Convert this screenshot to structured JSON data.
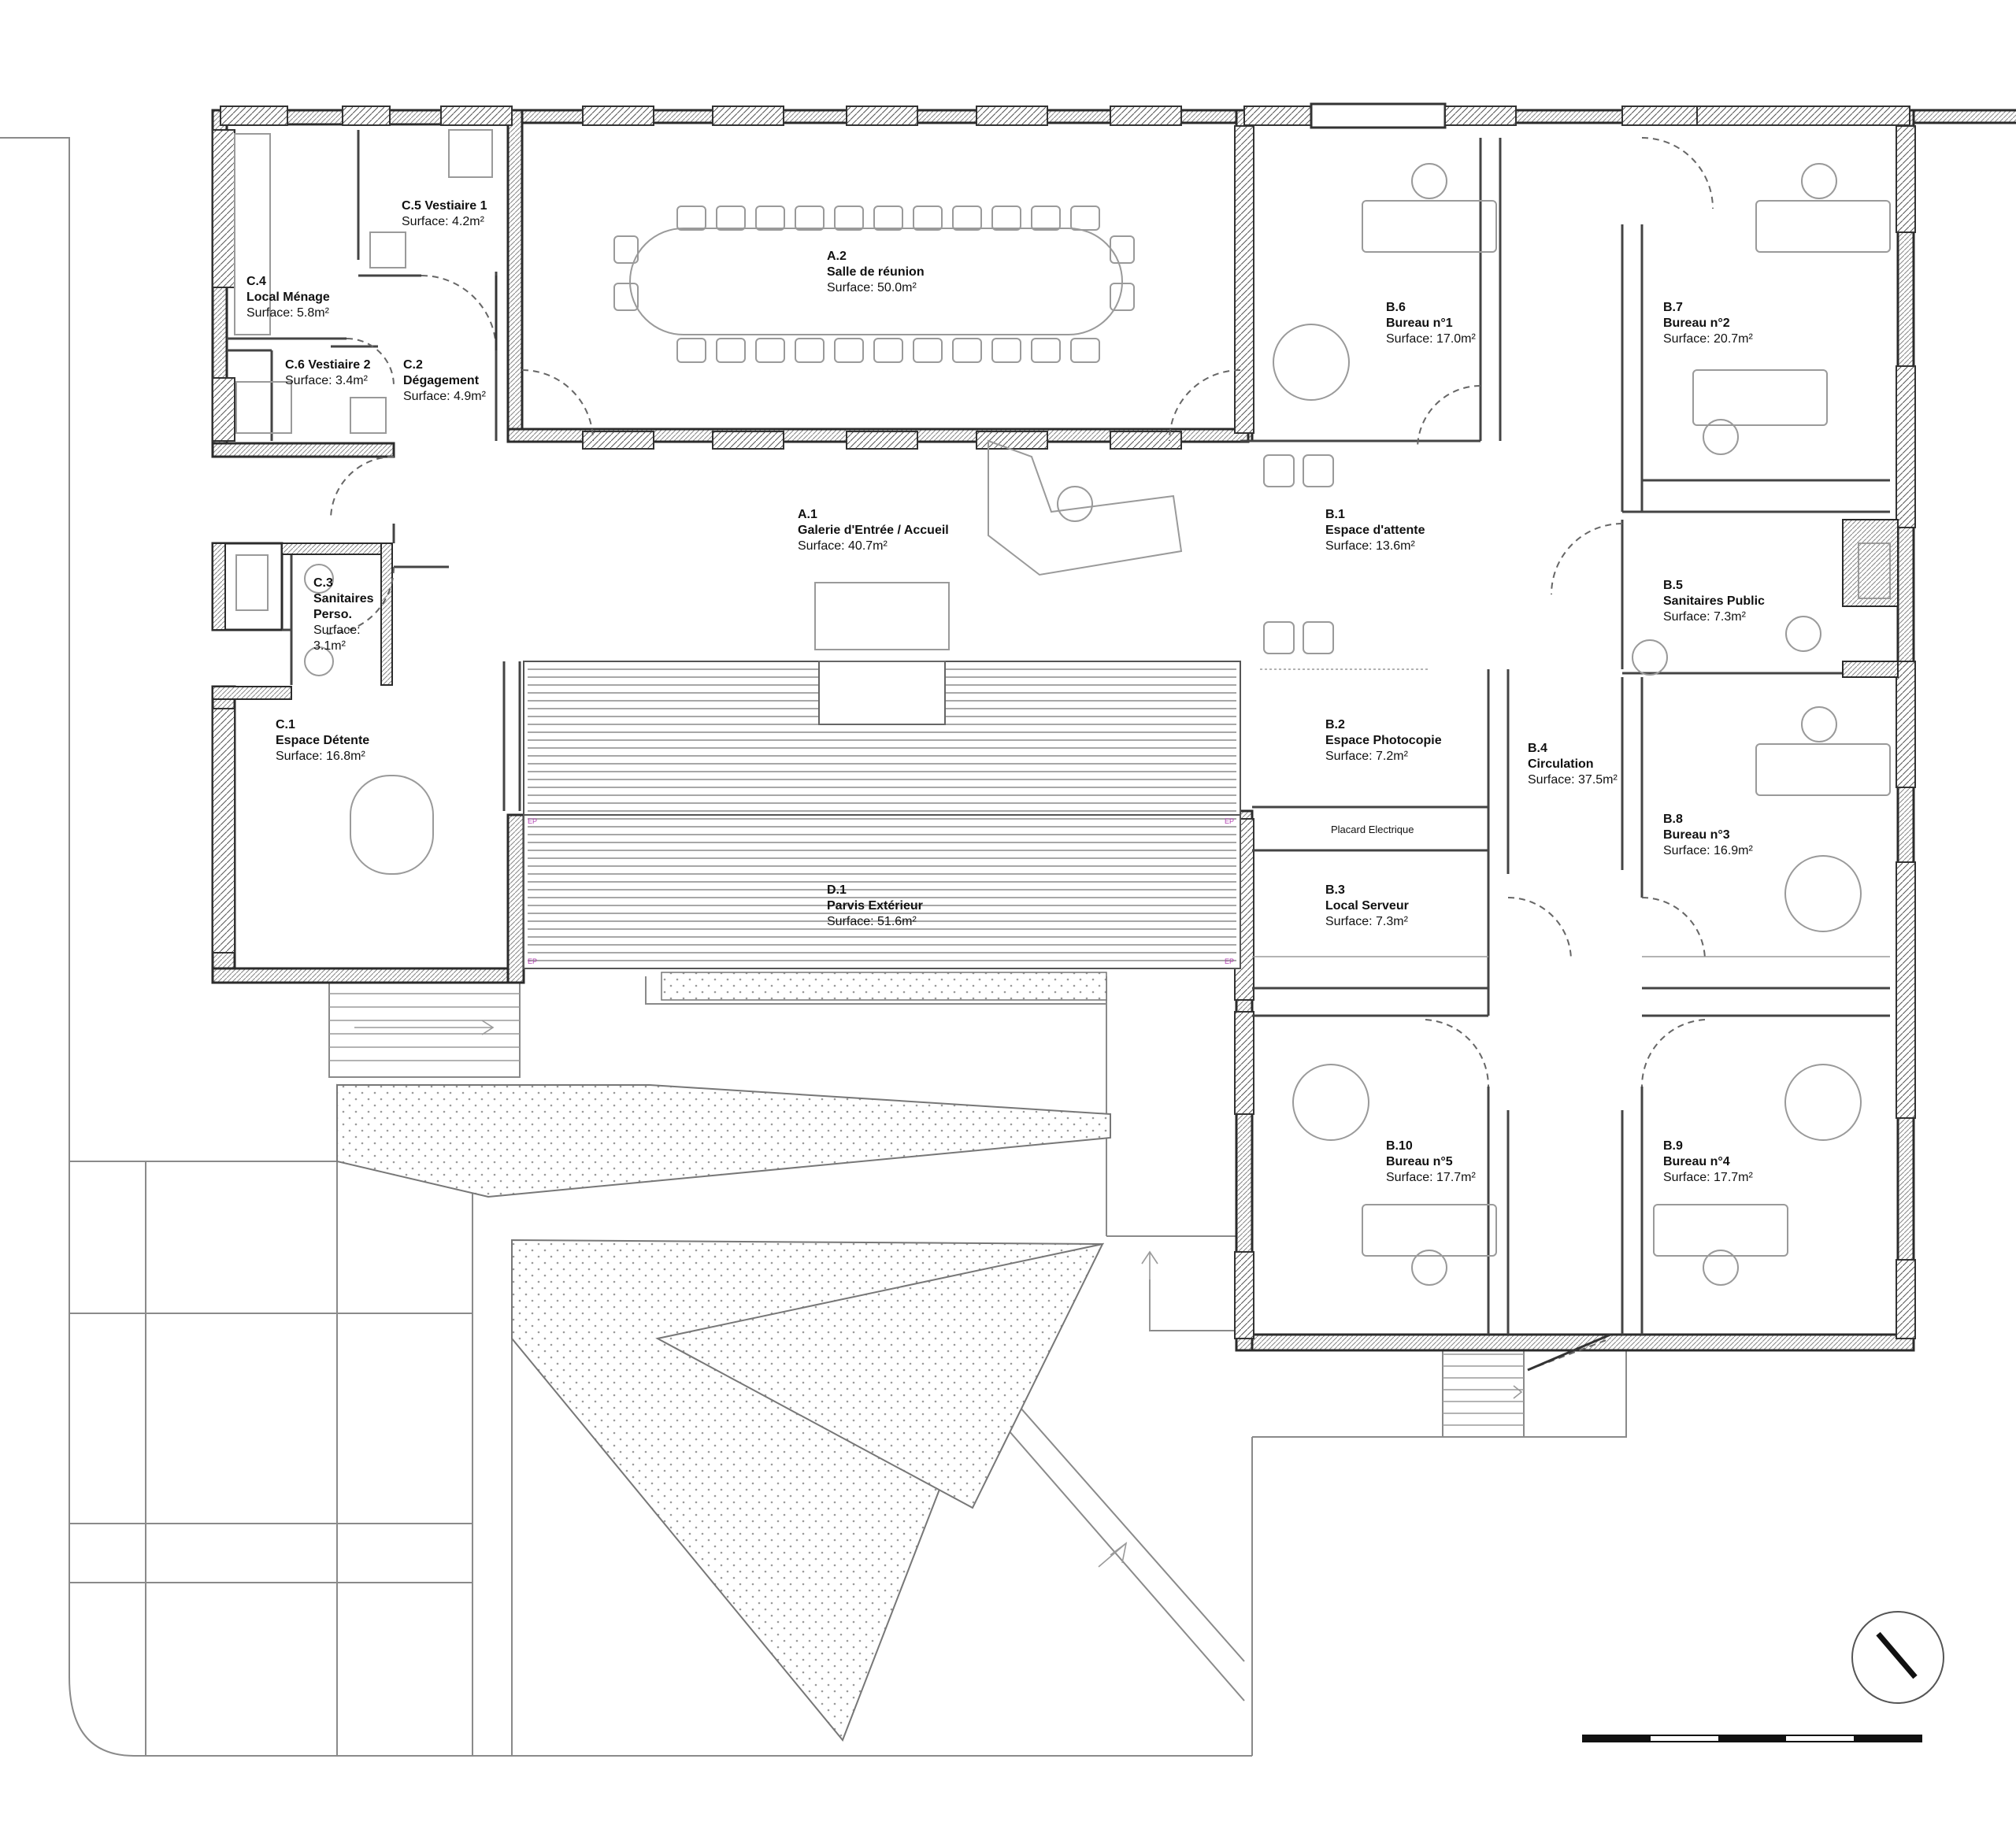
{
  "rooms": {
    "a1": {
      "code": "A.1",
      "name": "Galerie d'Entrée / Accueil",
      "surface": "Surface: 40.7m²"
    },
    "a2": {
      "code": "A.2",
      "name": "Salle de réunion",
      "surface": "Surface: 50.0m²"
    },
    "b1": {
      "code": "B.1",
      "name": "Espace d'attente",
      "surface": "Surface: 13.6m²"
    },
    "b2": {
      "code": "B.2",
      "name": "Espace Photocopie",
      "surface": "Surface: 7.2m²"
    },
    "b3": {
      "code": "B.3",
      "name": "Local Serveur",
      "surface": "Surface: 7.3m²"
    },
    "b4": {
      "code": "B.4",
      "name": "Circulation",
      "surface": "Surface: 37.5m²"
    },
    "b5": {
      "code": "B.5",
      "name": "Sanitaires Public",
      "surface": "Surface: 7.3m²"
    },
    "b6": {
      "code": "B.6",
      "name": "Bureau n°1",
      "surface": "Surface: 17.0m²"
    },
    "b7": {
      "code": "B.7",
      "name": "Bureau n°2",
      "surface": "Surface: 20.7m²"
    },
    "b8": {
      "code": "B.8",
      "name": "Bureau n°3",
      "surface": "Surface: 16.9m²"
    },
    "b9": {
      "code": "B.9",
      "name": "Bureau n°4",
      "surface": "Surface: 17.7m²"
    },
    "b10": {
      "code": "B.10",
      "name": "Bureau n°5",
      "surface": "Surface: 17.7m²"
    },
    "c1": {
      "code": "C.1",
      "name": "Espace Détente",
      "surface": "Surface: 16.8m²"
    },
    "c2": {
      "code": "C.2",
      "name": "Dégagement",
      "surface": "Surface: 4.9m²"
    },
    "c3": {
      "code": "C.3",
      "name_line1": "Sanitaires",
      "name_line2": "Perso.",
      "surface_line1": "Surface:",
      "surface_line2": "3.1m²"
    },
    "c4": {
      "code": "C.4",
      "name": "Local Ménage",
      "surface": "Surface: 5.8m²"
    },
    "c5": {
      "code": "C.5 Vestiaire 1",
      "surface": "Surface: 4.2m²"
    },
    "c6": {
      "code": "C.6 Vestiaire 2",
      "surface": "Surface: 3.4m²"
    },
    "d1": {
      "code": "D.1",
      "name": "Parvis Extérieur",
      "surface": "Surface: 51.6m²"
    }
  },
  "labels": {
    "placard": "Placard Electrique",
    "ep": "EP"
  },
  "colors": {
    "wall": "#2b2b2b",
    "line": "#8a8a8a",
    "ep_marker": "#b040b0"
  },
  "icons": [
    "north-arrow-icon",
    "scale-bar-icon",
    "stair-direction-arrow-icon"
  ]
}
